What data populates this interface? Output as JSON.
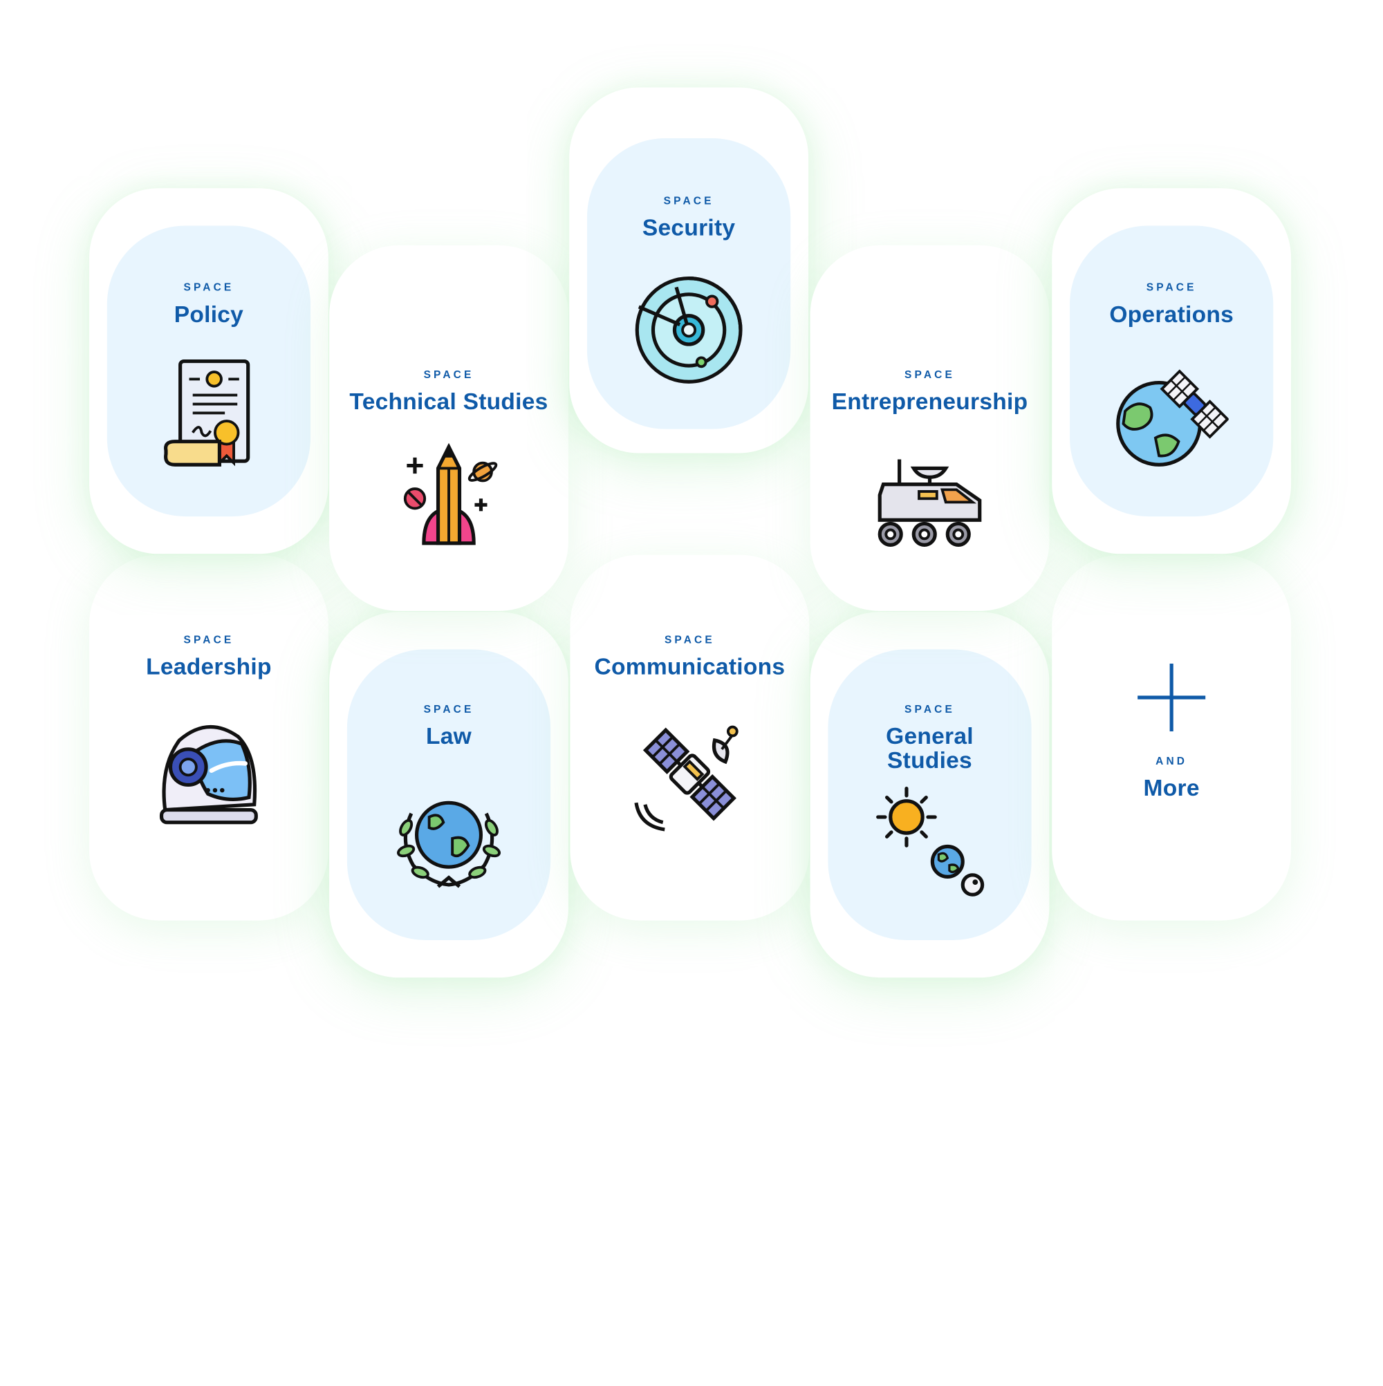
{
  "cards": [
    {
      "kicker": "SPACE",
      "title": "Policy",
      "icon": "certificate-icon"
    },
    {
      "kicker": "SPACE",
      "title": "Technical Studies",
      "icon": "rocket-pencil-icon"
    },
    {
      "kicker": "SPACE",
      "title": "Security",
      "icon": "radar-icon"
    },
    {
      "kicker": "SPACE",
      "title": "Entrepreneurship",
      "icon": "rover-icon"
    },
    {
      "kicker": "SPACE",
      "title": "Operations",
      "icon": "earth-satellite-icon"
    },
    {
      "kicker": "SPACE",
      "title": "Leadership",
      "icon": "astronaut-helmet-icon"
    },
    {
      "kicker": "SPACE",
      "title": "Law",
      "icon": "globe-laurel-icon"
    },
    {
      "kicker": "SPACE",
      "title": "Communications",
      "icon": "satellite-icon"
    },
    {
      "kicker": "SPACE",
      "title": "General Studies",
      "title_line1": "General",
      "title_line2": "Studies",
      "icon": "solar-system-icon"
    },
    {
      "kicker": "AND",
      "title": "More",
      "icon": "plus-icon"
    }
  ],
  "colors": {
    "accent": "#0f5aa8",
    "inner_fill": "#e8f5fe",
    "glow": "#8ce196"
  }
}
